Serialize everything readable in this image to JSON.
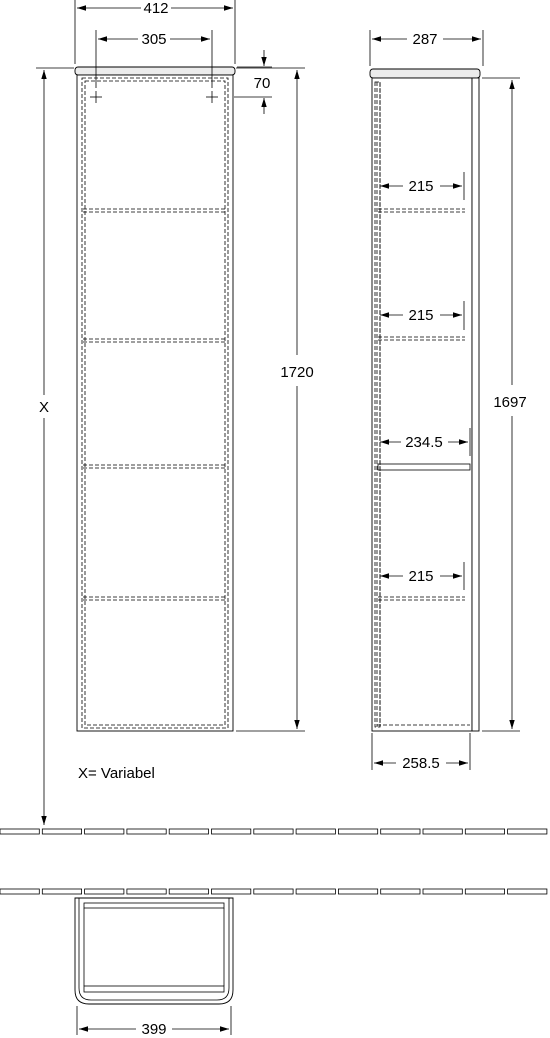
{
  "front_view": {
    "width_label": "412",
    "inner_width_label": "305",
    "top_offset_label": "70",
    "height_label": "1720",
    "variable_height_label": "X"
  },
  "side_view": {
    "depth_label": "287",
    "height_label": "1697",
    "shelf_labels": [
      "215",
      "215",
      "234.5",
      "215"
    ],
    "bottom_depth_label": "258.5"
  },
  "legend": {
    "text": "X= Variabel"
  },
  "plan_view": {
    "width_label": "399"
  }
}
